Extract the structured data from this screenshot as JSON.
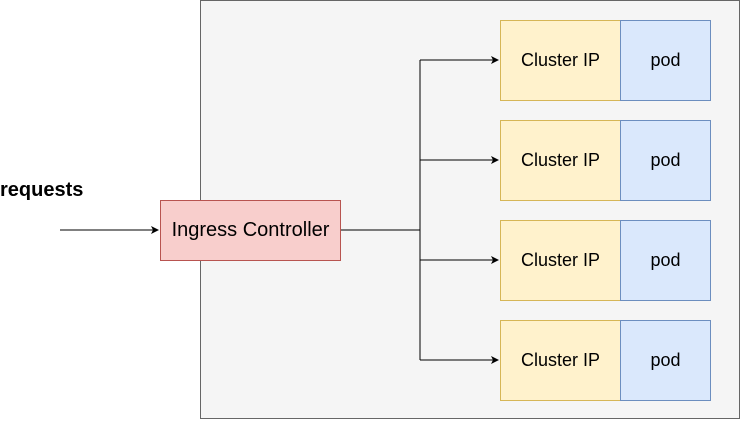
{
  "requests_label": "requests",
  "ingress": {
    "label": "Ingress Controller"
  },
  "routes": [
    {
      "service": "Cluster IP",
      "pod": "pod"
    },
    {
      "service": "Cluster IP",
      "pod": "pod"
    },
    {
      "service": "Cluster IP",
      "pod": "pod"
    },
    {
      "service": "Cluster IP",
      "pod": "pod"
    }
  ],
  "colors": {
    "cluster_fill": "#f5f5f5",
    "cluster_stroke": "#666666",
    "ingress_fill": "#f8cecc",
    "ingress_stroke": "#b85450",
    "service_fill": "#fff2cc",
    "service_stroke": "#d6b656",
    "pod_fill": "#dae8fc",
    "pod_stroke": "#6c8ebf",
    "connector": "#000000"
  }
}
